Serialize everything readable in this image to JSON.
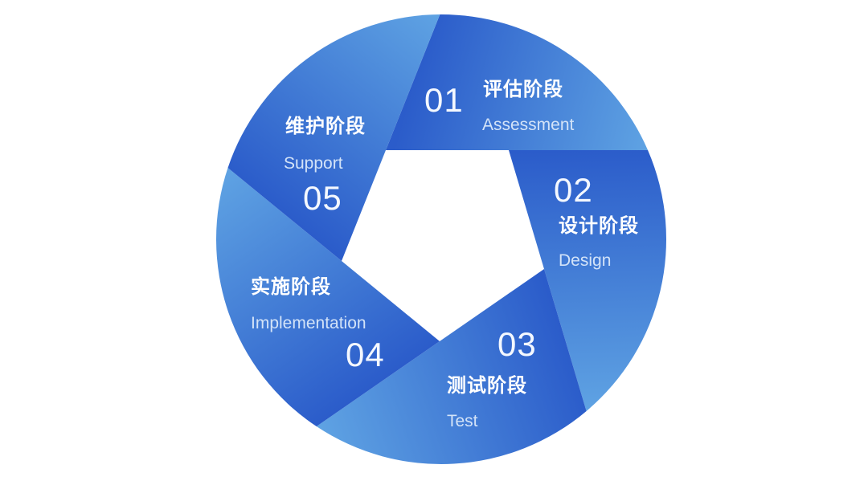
{
  "stages": [
    {
      "number": "01",
      "title": "评估阶段",
      "subtitle": "Assessment"
    },
    {
      "number": "02",
      "title": "设计阶段",
      "subtitle": "Design"
    },
    {
      "number": "03",
      "title": "测试阶段",
      "subtitle": "Test"
    },
    {
      "number": "04",
      "title": "实施阶段",
      "subtitle": "Implementation"
    },
    {
      "number": "05",
      "title": "维护阶段",
      "subtitle": "Support"
    }
  ],
  "colors": {
    "dark": "#2b5cca",
    "light": "#5fa3e3",
    "text_sub": "#d3e3f8"
  }
}
